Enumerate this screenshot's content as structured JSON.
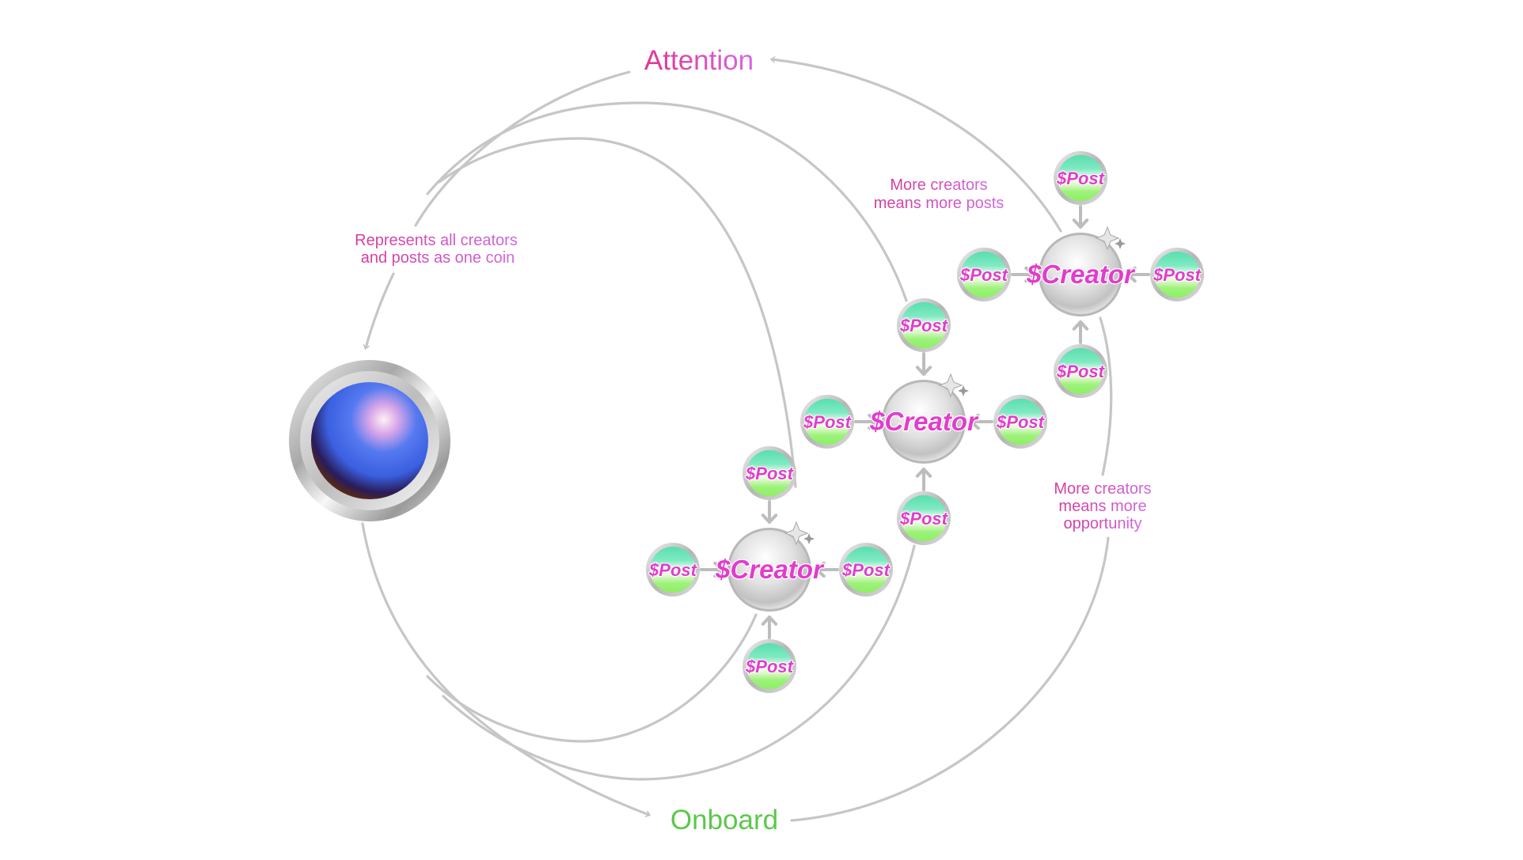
{
  "diagram": {
    "title_top": "Attention",
    "title_bottom": "Onboard",
    "colors": {
      "attention_start": "#e0388f",
      "attention_end": "#d866e6",
      "onboard": "#5cc84a",
      "note_start": "#d63c9c",
      "note_end": "#d06ae0",
      "coin_text": "#e23ccd",
      "arc": "#c4c4c4",
      "post_top": "#58dfae",
      "post_bottom": "#8ef063",
      "globe_blue": "#3f6ff0",
      "globe_dark": "#5a2a10"
    },
    "notes": {
      "globe": [
        "Represents all creators",
        "and posts as one coin"
      ],
      "posts": [
        "More creators",
        "means more posts"
      ],
      "opportunity": [
        "More creators",
        "means more",
        "opportunity"
      ]
    },
    "hub": {
      "name": "global-coin",
      "icon": "globe-sphere"
    },
    "creator_label": "$Creator",
    "post_label": "$Post",
    "clusters": [
      {
        "id": "creator-cluster-1",
        "creator": "$Creator",
        "posts": [
          "$Post",
          "$Post",
          "$Post",
          "$Post"
        ]
      },
      {
        "id": "creator-cluster-2",
        "creator": "$Creator",
        "posts": [
          "$Post",
          "$Post",
          "$Post",
          "$Post"
        ]
      },
      {
        "id": "creator-cluster-3",
        "creator": "$Creator",
        "posts": [
          "$Post",
          "$Post",
          "$Post",
          "$Post"
        ]
      }
    ],
    "flows": [
      {
        "from": "creators",
        "to": "Attention"
      },
      {
        "from": "Attention",
        "to": "global-coin"
      },
      {
        "from": "global-coin",
        "to": "Onboard"
      },
      {
        "from": "Onboard",
        "to": "creators"
      },
      {
        "from": "$Post",
        "to": "$Creator"
      }
    ]
  }
}
